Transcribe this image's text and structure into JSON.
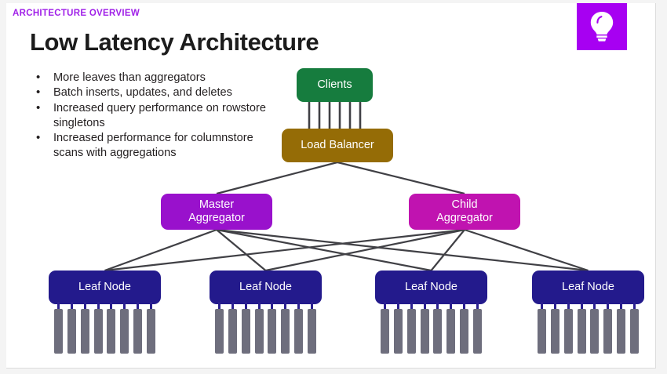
{
  "slide": {
    "eyebrow": "ARCHITECTURE OVERVIEW",
    "title": "Low Latency Architecture",
    "badge_icon": "lightbulb-icon"
  },
  "bullets": [
    "More leaves than aggregators",
    "Batch inserts, updates, and deletes",
    "Increased query performance on rowstore singletons",
    "Increased performance for columnstore scans with aggregations"
  ],
  "diagram": {
    "nodes": {
      "clients": {
        "label": "Clients",
        "color": "#167c3e"
      },
      "load_balancer": {
        "label": "Load Balancer",
        "color": "#956c06"
      },
      "master_aggregator": {
        "label": "Master\nAggregator",
        "line1": "Master",
        "line2": "Aggregator",
        "color": "#9911cc"
      },
      "child_aggregator": {
        "label": "Child\nAggregator",
        "line1": "Child",
        "line2": "Aggregator",
        "color": "#c013b0"
      },
      "leaf_nodes": [
        {
          "label": "Leaf Node",
          "color": "#231a8c"
        },
        {
          "label": "Leaf Node",
          "color": "#231a8c"
        },
        {
          "label": "Leaf Node",
          "color": "#231a8c"
        },
        {
          "label": "Leaf Node",
          "color": "#231a8c"
        }
      ]
    },
    "edge_color": "#404045",
    "disk_color": "#6e6e7d",
    "disks_per_leaf": 8,
    "client_connectors": 6
  },
  "colors": {
    "eyebrow": "#a020e8",
    "title": "#1c1c1c",
    "badge": "#a700f2",
    "slide_bg": "#ffffff",
    "frame_bg": "#f4f4f4"
  }
}
